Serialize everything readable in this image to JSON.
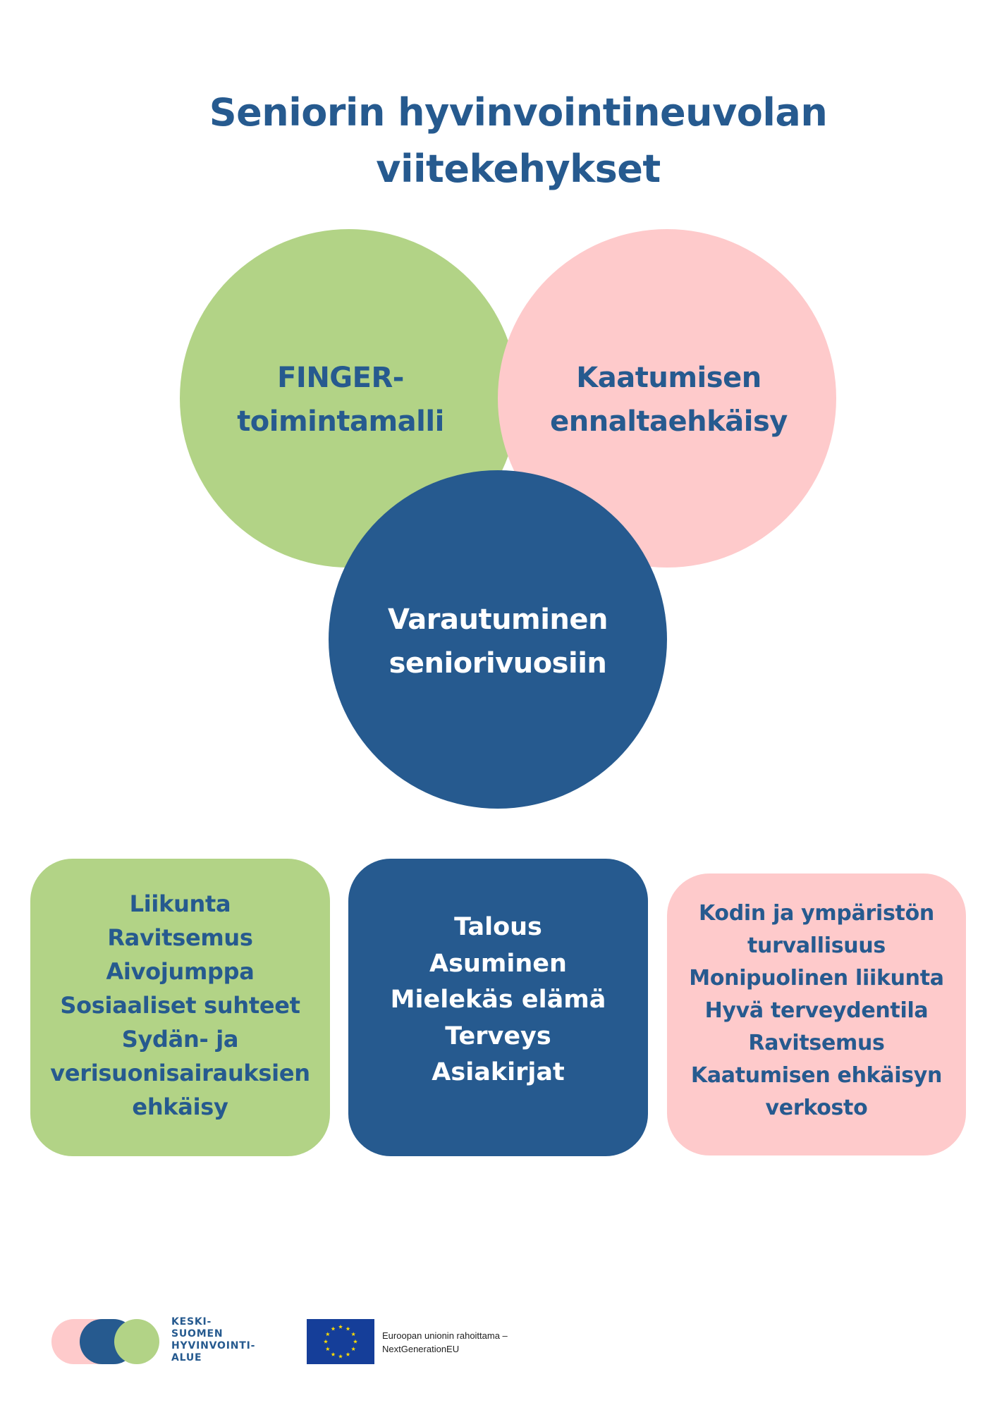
{
  "title": {
    "line1": "Seniorin hyvinvointineuvolan",
    "line2": "viitekehykset"
  },
  "circles": {
    "finger": {
      "line1": "FINGER-",
      "line2": "toimintamalli"
    },
    "fall": {
      "line1": "Kaatumisen",
      "line2": "ennaltaehkäisy"
    },
    "prep": {
      "line1": "Varautuminen",
      "line2": "seniorivuosiin"
    }
  },
  "boxes": {
    "finger_items": [
      "Liikunta",
      "Ravitsemus",
      "Aivojumppa",
      "Sosiaaliset suhteet",
      "Sydän- ja",
      "verisuonisairauksien",
      "ehkäisy"
    ],
    "prep_items": [
      "Talous",
      "Asuminen",
      "Mielekäs elämä",
      "Terveys",
      "Asiakirjat"
    ],
    "fall_items": [
      "Kodin ja ympäristön",
      "turvallisuus",
      "Monipuolinen liikunta",
      "Hyvä terveydentila",
      "Ravitsemus",
      "Kaatumisen ehkäisyn",
      "verkosto"
    ]
  },
  "footer": {
    "logo_lines": [
      "KESKI-",
      "SUOMEN",
      "HYVINVOINTI-",
      "ALUE"
    ],
    "eu_lines": [
      "Euroopan unionin rahoittama –",
      "NextGenerationEU"
    ]
  },
  "colors": {
    "blue": "#265a8f",
    "green": "#b2d386",
    "pink": "#fecacb",
    "eu_blue": "#153e99",
    "eu_star": "#ffdd00"
  }
}
